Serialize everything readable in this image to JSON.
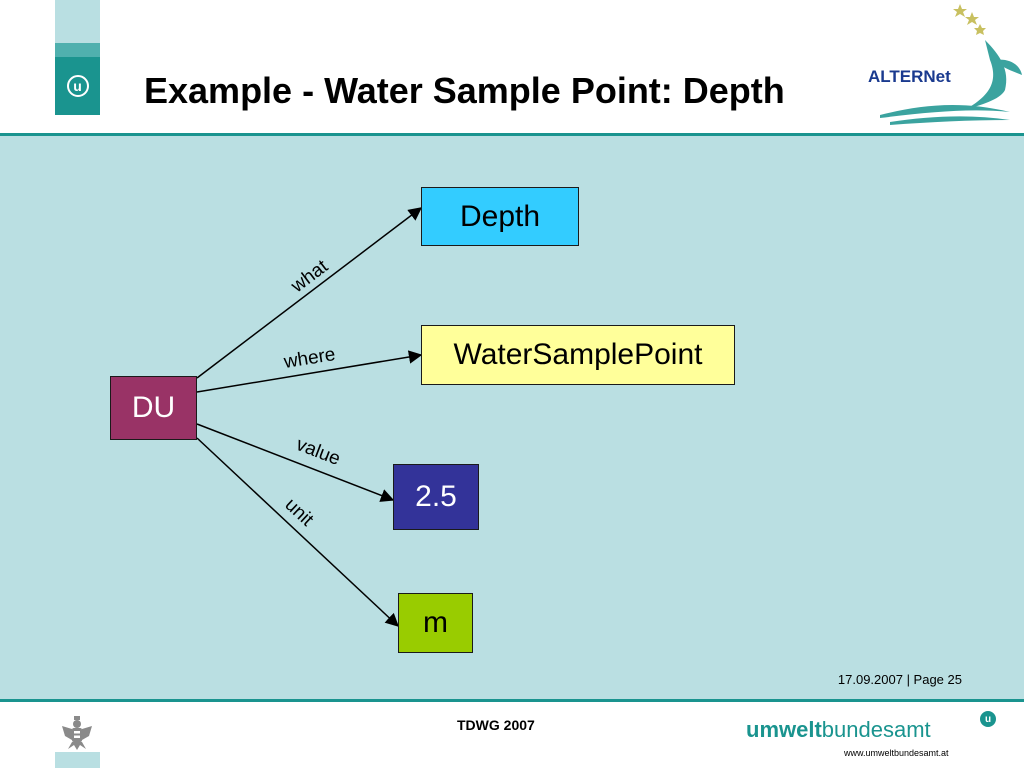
{
  "header": {
    "title": "Example - Water Sample Point: Depth",
    "logo_letter": "u",
    "partner_logo_text": "ALTERNet"
  },
  "diagram": {
    "nodes": {
      "du": "DU",
      "depth": "Depth",
      "water_sample_point": "WaterSamplePoint",
      "value": "2.5",
      "unit": "m"
    },
    "edges": {
      "what": "what",
      "where": "where",
      "value": "value",
      "unit": "unit"
    }
  },
  "footer": {
    "date_page": "17.09.2007 | Page 25",
    "event": "TDWG 2007",
    "org_logo_light": "umwelt",
    "org_logo_bold": "bundesamt",
    "org_logo_badge": "u",
    "org_url": "www.umweltbundesamt.at"
  },
  "colors": {
    "teal": "#1a948f",
    "panel": "#badfe2",
    "depth": "#33ccff",
    "water_sample_point": "#ffff9a",
    "du": "#993366",
    "value": "#333399",
    "unit": "#99cc00"
  }
}
